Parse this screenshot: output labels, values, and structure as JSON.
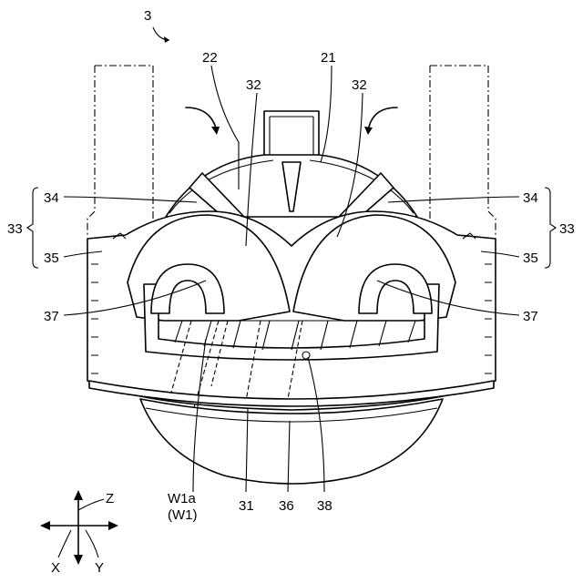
{
  "figure": {
    "number": "3",
    "labels": {
      "l22": "22",
      "l21": "21",
      "l32a": "32",
      "l32b": "32",
      "l34a": "34",
      "l34b": "34",
      "l35a": "35",
      "l35b": "35",
      "l33a": "33",
      "l33b": "33",
      "l37a": "37",
      "l37b": "37",
      "w1a": "W1a",
      "w1": "(W1)",
      "l31": "31",
      "l36": "36",
      "l38": "38"
    },
    "axes": {
      "z": "Z",
      "x": "X",
      "y": "Y"
    }
  }
}
